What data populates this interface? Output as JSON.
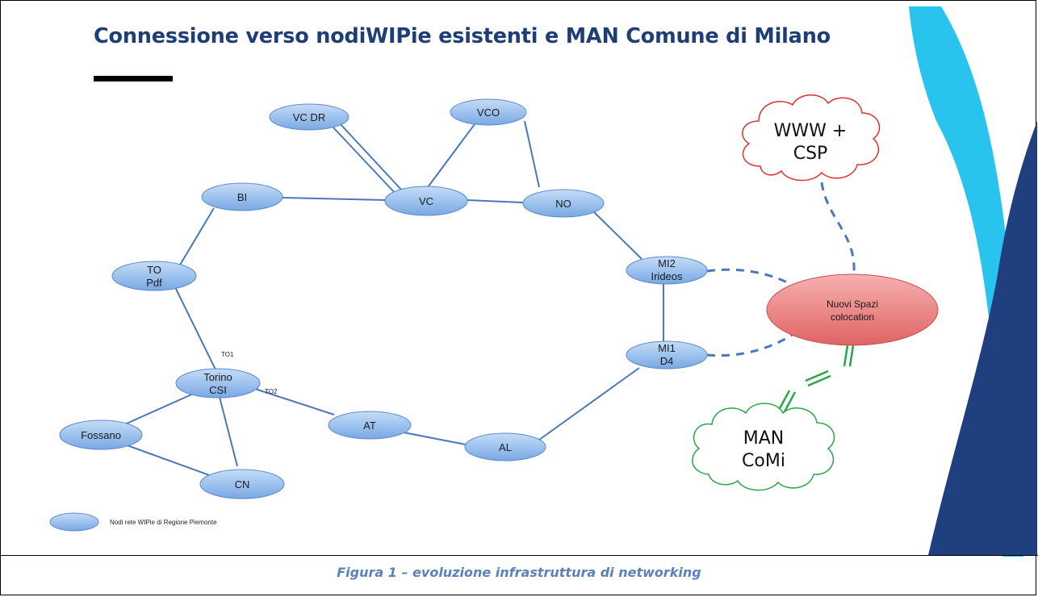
{
  "slide": {
    "title": "Connessione verso nodiWIPie esistenti e MAN Comune di Milano",
    "caption": "Figura 1 – evoluzione infrastruttura di networking"
  },
  "nodes": {
    "vcdr": "VC DR",
    "vco": "VCO",
    "bi": "BI",
    "vc": "VC",
    "no": "NO",
    "topdf": [
      "TO",
      "Pdf"
    ],
    "mi2": [
      "MI2",
      "Irideos"
    ],
    "mi1": [
      "MI1",
      "D4"
    ],
    "torino": [
      "Torino",
      "CSI"
    ],
    "fossano": "Fossano",
    "at": "AT",
    "al": "AL",
    "cn": "CN",
    "nuovi": [
      "Nuovi Spazi",
      "colocation"
    ]
  },
  "link_labels": {
    "to1": "TO1",
    "to2": "TO2"
  },
  "clouds": {
    "www": [
      "WWW +",
      "CSP"
    ],
    "man": [
      "MAN",
      "CoMi"
    ]
  },
  "legend": {
    "text": "Nodi rete WIPie di Regione Piemonte"
  },
  "colors": {
    "title": "#1f3e78",
    "caption": "#5a82b8",
    "node_fill": "#9ec3ee",
    "node_stroke": "#5b8ad0",
    "line": "#4a78b8",
    "red_node": "#e87878",
    "cloud_red": "#e03030",
    "cloud_green": "#2aa64a",
    "dark_blue": "#1f3f7e",
    "light_blue": "#29c4ee"
  }
}
